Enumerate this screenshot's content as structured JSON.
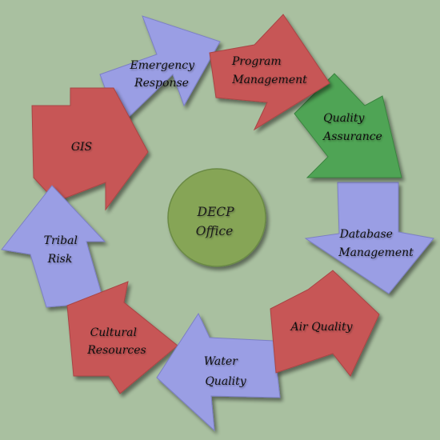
{
  "colors": {
    "background": "#a9c0a0",
    "red": "#c75656",
    "blue": "#9a9ee4",
    "green": "#4fa454",
    "center": "#86a557"
  },
  "center": {
    "line1": "DECP",
    "line2": "Office"
  },
  "arrows": [
    {
      "id": "program-management",
      "line1": "Program",
      "line2": "Management",
      "color": "red"
    },
    {
      "id": "quality-assurance",
      "line1": "Quality",
      "line2": "Assurance",
      "color": "green"
    },
    {
      "id": "database-management",
      "line1": "Database",
      "line2": "Management",
      "color": "blue"
    },
    {
      "id": "air-quality",
      "line1": "Air Quality",
      "line2": "",
      "color": "red"
    },
    {
      "id": "water-quality",
      "line1": "Water",
      "line2": "Quality",
      "color": "blue"
    },
    {
      "id": "cultural-resources",
      "line1": "Cultural",
      "line2": "Resources",
      "color": "red"
    },
    {
      "id": "tribal-risk",
      "line1": "Tribal",
      "line2": "Risk",
      "color": "blue"
    },
    {
      "id": "gis",
      "line1": "GIS",
      "line2": "",
      "color": "red"
    },
    {
      "id": "emergency-response",
      "line1": "Emergency",
      "line2": "Response",
      "color": "blue"
    }
  ]
}
